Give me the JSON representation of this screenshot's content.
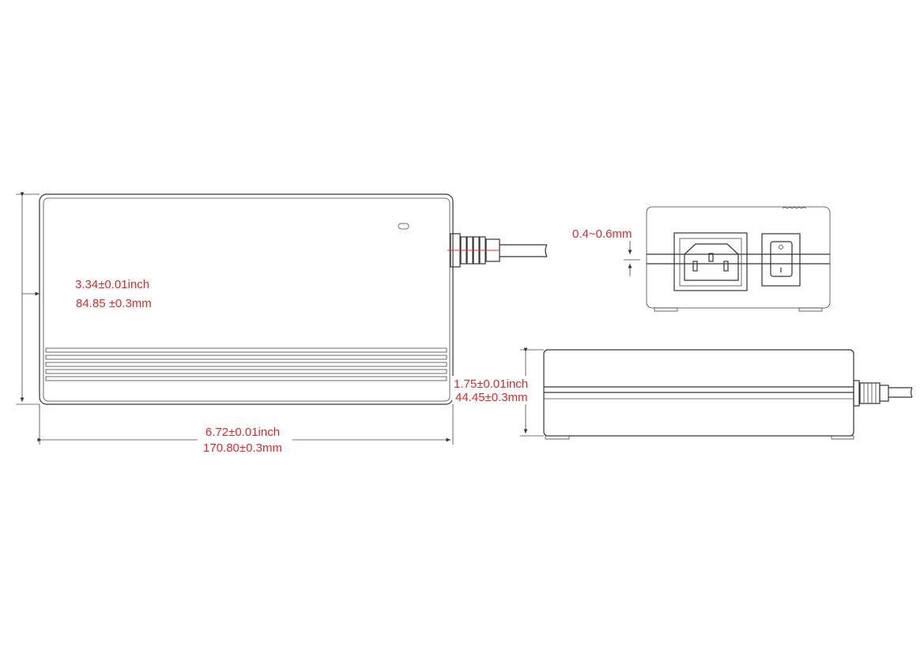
{
  "top_view": {
    "height_inch": "3.34±0.01inch",
    "height_mm": "84.85 ±0.3mm",
    "width_inch": "6.72±0.01inch",
    "width_mm": "170.80±0.3mm"
  },
  "front_view": {
    "gap_label": "0.4~0.6mm"
  },
  "side_view": {
    "height_inch": "1.75±0.01inch",
    "height_mm": "44.45±0.3mm"
  },
  "colors": {
    "dimension_text": "#e02828",
    "line": "#333333"
  }
}
